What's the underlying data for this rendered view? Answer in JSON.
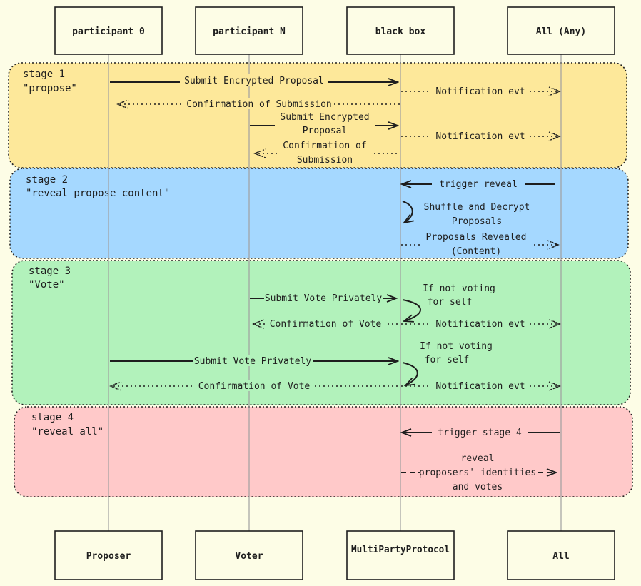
{
  "diagram": {
    "actors_top": [
      "participant 0",
      "participant N",
      "black box",
      "All (Any)"
    ],
    "actors_bottom": [
      "Proposer",
      "Voter",
      "MultiPartyProtocol",
      "All"
    ],
    "stages": [
      {
        "name": "stage 1",
        "subtitle": "\"propose\"",
        "color": "#fde89a"
      },
      {
        "name": "stage 2",
        "subtitle": "\"reveal propose content\"",
        "color": "#a5d8ff"
      },
      {
        "name": "stage 3",
        "subtitle": "\"Vote\"",
        "color": "#b2f2bb"
      },
      {
        "name": "stage 4",
        "subtitle": "\"reveal all\"",
        "color": "#ffc9c9"
      }
    ],
    "messages": {
      "s1_submit_p0": "Submit Encrypted Proposal",
      "s1_notify_1": "Notification evt",
      "s1_confirm_p0": "Confirmation of Submission",
      "s1_submit_pn_1": "Submit Encrypted",
      "s1_submit_pn_2": "Proposal",
      "s1_notify_2": "Notification evt",
      "s1_confirm_pn_1": "Confirmation of",
      "s1_confirm_pn_2": "Submission",
      "s2_trigger": "trigger reveal",
      "s2_shuffle_1": "Shuffle and Decrypt",
      "s2_shuffle_2": "Proposals",
      "s2_revealed_1": "Proposals Revealed",
      "s2_revealed_2": "(Content)",
      "s3_vote_pn": "Submit Vote Privately",
      "s3_self_1a": "If not voting",
      "s3_self_1b": "for self",
      "s3_confirm_pn": "Confirmation of Vote",
      "s3_notify_1": "Notification evt",
      "s3_self_2a": "If not voting",
      "s3_self_2b": "for self",
      "s3_vote_p0": "Submit Vote Privately",
      "s3_confirm_p0": "Confirmation of Vote",
      "s3_notify_2": "Notification evt",
      "s4_trigger": "trigger stage 4",
      "s4_reveal_1": "reveal",
      "s4_reveal_2": "proposers' identities",
      "s4_reveal_3": "and votes"
    }
  }
}
